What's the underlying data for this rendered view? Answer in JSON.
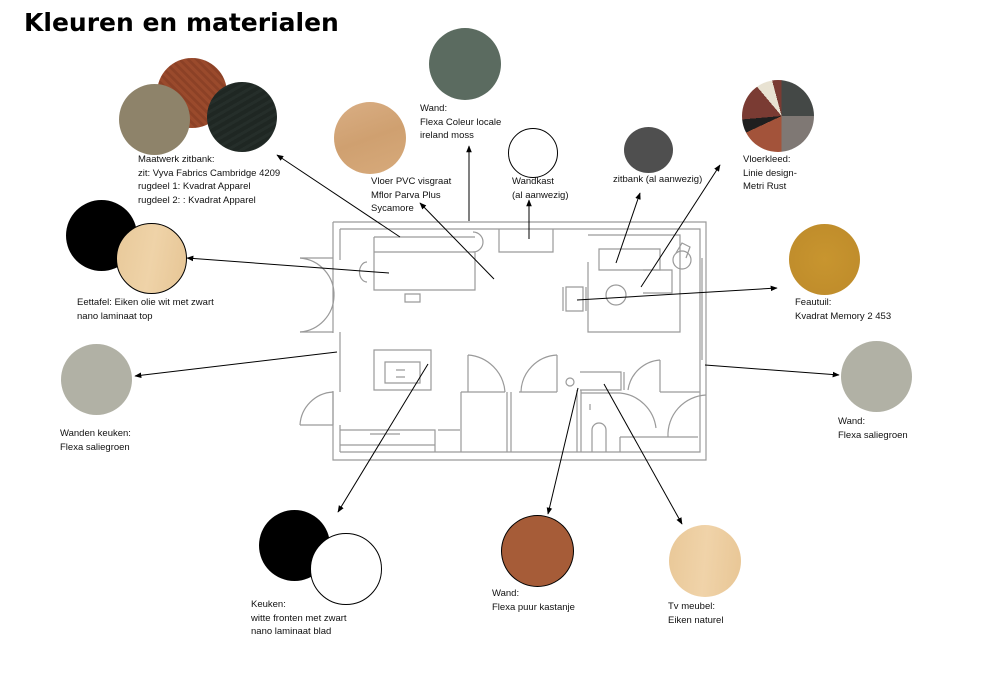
{
  "page": {
    "title": "Kleuren en materialen"
  },
  "materials": {
    "zitbank_maatwerk": {
      "lines": [
        "Maatwerk zitbank:",
        "zit: Vyva Fabrics Cambridge 4209",
        "rugdeel 1: Kvadrat Apparel",
        "rugdeel 2: : Kvadrat Apparel"
      ],
      "swatch_colors": [
        "#9a4a2c",
        "#8e836a",
        "#1f2723"
      ]
    },
    "vloer": {
      "lines": [
        "Vloer PVC visgraat",
        "Mflor Parva Plus",
        "Sycamore"
      ],
      "swatch_color": "#d2a679"
    },
    "wand_moss": {
      "lines": [
        "Wand:",
        "Flexa Coleur locale",
        "ireland moss"
      ],
      "swatch_color": "#5b6b60"
    },
    "wandkast": {
      "lines": [
        "Wandkast",
        "(al aanwezig)"
      ],
      "swatch_color": "#ffffff"
    },
    "zitbank": {
      "lines": [
        "zitbank (al aanwezig)"
      ],
      "swatch_color": "#4f4f4f"
    },
    "vloerkleed": {
      "lines": [
        "Vloerkleed:",
        "Linie design-",
        "Metri Rust"
      ],
      "swatch_colors": [
        "#e8e2d2",
        "#7a3b33",
        "#444846",
        "#a3533a",
        "#7f7874",
        "#1f1f1f"
      ]
    },
    "eettafel": {
      "lines": [
        "Eettafel: Eiken olie wit met zwart",
        "nano laminaat top"
      ],
      "swatch_colors": [
        "#000000",
        "#eccfa3"
      ]
    },
    "fauteuil": {
      "lines": [
        "Feautuil:",
        "Kvadrat Memory 2 453"
      ],
      "swatch_color": "#c28e2c"
    },
    "wanden_keuken": {
      "lines": [
        "Wanden keuken:",
        "Flexa saliegroen"
      ],
      "swatch_color": "#b1b1a5"
    },
    "wand_saliegroen": {
      "lines": [
        "Wand:",
        "Flexa saliegroen"
      ],
      "swatch_color": "#b1b1a5"
    },
    "keuken": {
      "lines": [
        "Keuken:",
        "witte fronten met zwart",
        "nano laminaat blad"
      ],
      "swatch_colors": [
        "#000000",
        "#ffffff"
      ]
    },
    "wand_kastanje": {
      "lines": [
        "Wand:",
        "Flexa puur kastanje"
      ],
      "swatch_color": "#a65c38"
    },
    "tv_meubel": {
      "lines": [
        "Tv meubel:",
        "Eiken naturel"
      ],
      "swatch_color": "#edcfa4"
    }
  },
  "colors": {
    "plan_line": "#9a9a9a",
    "arrow": "#000000"
  }
}
